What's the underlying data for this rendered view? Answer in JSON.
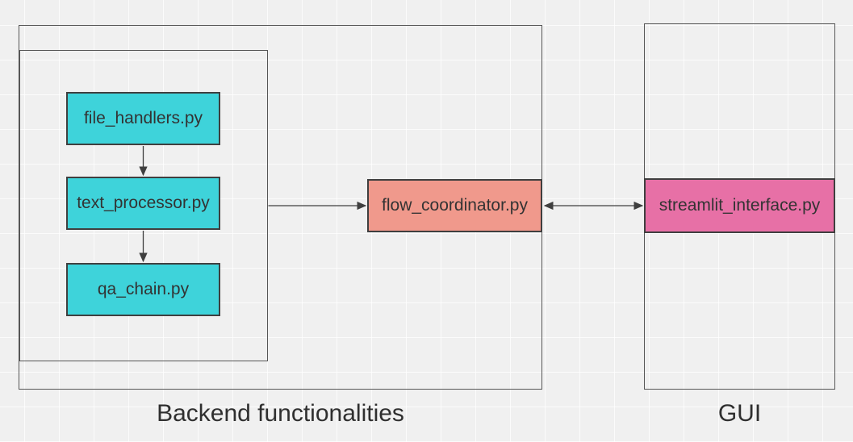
{
  "diagram": {
    "background_color": "#f0f0f0",
    "grid_color": "#fafafa",
    "stroke_color": "#3f3f3f",
    "text_color": "#333333",
    "groups": [
      {
        "id": "backend",
        "label": "Backend functionalities"
      },
      {
        "id": "gui",
        "label": "GUI"
      }
    ],
    "nodes": [
      {
        "id": "file_handlers",
        "label": "file_handlers.py",
        "fill": "#3ed3da",
        "group": "backend"
      },
      {
        "id": "text_processor",
        "label": "text_processor.py",
        "fill": "#3ed3da",
        "group": "backend"
      },
      {
        "id": "qa_chain",
        "label": "qa_chain.py",
        "fill": "#3ed3da",
        "group": "backend"
      },
      {
        "id": "flow_coordinator",
        "label": "flow_coordinator.py",
        "fill": "#f0998c",
        "group": "backend"
      },
      {
        "id": "streamlit_interface",
        "label": "streamlit_interface.py",
        "fill": "#e770a6",
        "group": "gui"
      }
    ],
    "edges": [
      {
        "from": "file_handlers",
        "to": "text_processor",
        "type": "arrow"
      },
      {
        "from": "text_processor",
        "to": "qa_chain",
        "type": "arrow"
      },
      {
        "from": "backend_inner_group",
        "to": "flow_coordinator",
        "type": "arrow"
      },
      {
        "from": "flow_coordinator",
        "to": "streamlit_interface",
        "type": "double-arrow"
      }
    ]
  }
}
